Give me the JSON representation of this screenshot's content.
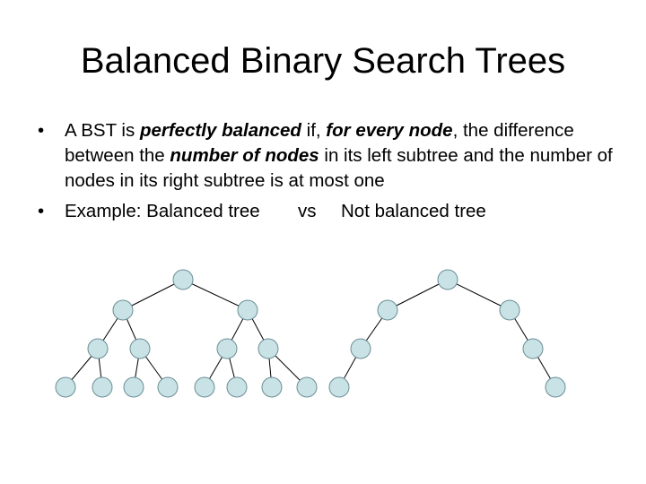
{
  "slide": {
    "title": "Balanced Binary Search Trees",
    "bullet1": {
      "bullet_char": "•",
      "part1": "A BST is ",
      "emph1": "perfectly balanced",
      "part2": " if, ",
      "emph2": "for every node",
      "part3": ", the difference between the ",
      "emph3": "number of nodes",
      "part4": " in its left subtree and the number of nodes in its right subtree is at most one"
    },
    "bullet2": {
      "bullet_char": "•",
      "left": "Example: Balanced tree",
      "vs": "vs",
      "right": "Not balanced tree"
    }
  },
  "colors": {
    "node_fill": "#c8e2e6",
    "node_stroke": "#6b8f95",
    "edge": "#000000"
  },
  "trees": {
    "balanced_node_count": 15,
    "not_balanced_node_count": 7
  }
}
